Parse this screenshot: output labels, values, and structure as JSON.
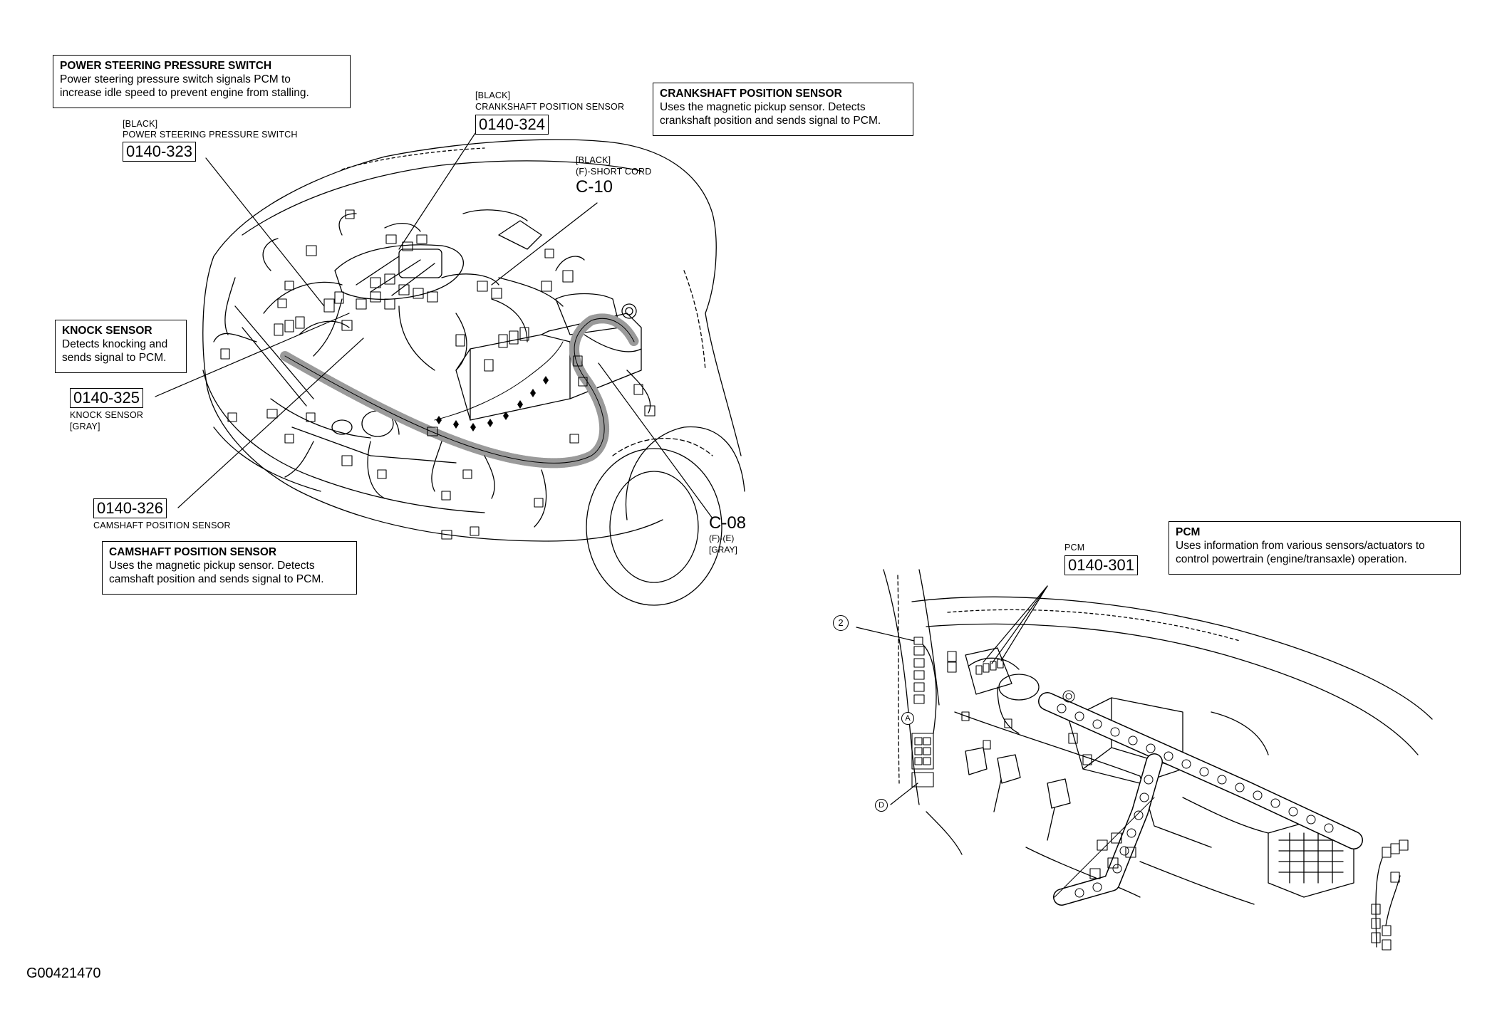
{
  "callouts": {
    "ps_switch": {
      "title": "POWER STEERING PRESSURE SWITCH",
      "line1": "Power steering pressure switch signals PCM to",
      "line2": "increase idle speed to prevent engine from stalling."
    },
    "ckp_sensor": {
      "title": "CRANKSHAFT POSITION SENSOR",
      "line1": "Uses the magnetic pickup sensor. Detects",
      "line2": "crankshaft position and sends signal to PCM."
    },
    "knock_sensor": {
      "title": "KNOCK SENSOR",
      "line1": "Detects knocking and",
      "line2": "sends signal to PCM."
    },
    "cmp_sensor": {
      "title": "CAMSHAFT POSITION SENSOR",
      "line1": "Uses the magnetic pickup sensor. Detects",
      "line2": "camshaft position and sends signal to PCM."
    },
    "pcm": {
      "title": "PCM",
      "line1": "Uses information from various sensors/actuators to",
      "line2": "control powertrain (engine/transaxle) operation."
    }
  },
  "connectors": {
    "c323": {
      "color": "[BLACK]",
      "name": "POWER STEERING PRESSURE SWITCH",
      "code": "0140-323"
    },
    "c324": {
      "color": "[BLACK]",
      "name": "CRANKSHAFT POSITION SENSOR",
      "code": "0140-324"
    },
    "c10": {
      "color": "[BLACK]",
      "name": "(F)-SHORT CORD",
      "code": "C-10"
    },
    "c325": {
      "code": "0140-325",
      "name": "KNOCK SENSOR",
      "color": "[GRAY]"
    },
    "c326": {
      "code": "0140-326",
      "name": "CAMSHAFT POSITION SENSOR"
    },
    "c08": {
      "code": "C-08",
      "name": "(F)-(E)",
      "color": "[GRAY]"
    },
    "c301": {
      "name": "PCM",
      "code": "0140-301"
    }
  },
  "markers": {
    "two": "2",
    "a": "A",
    "d": "D"
  },
  "figure_id": "G00421470"
}
